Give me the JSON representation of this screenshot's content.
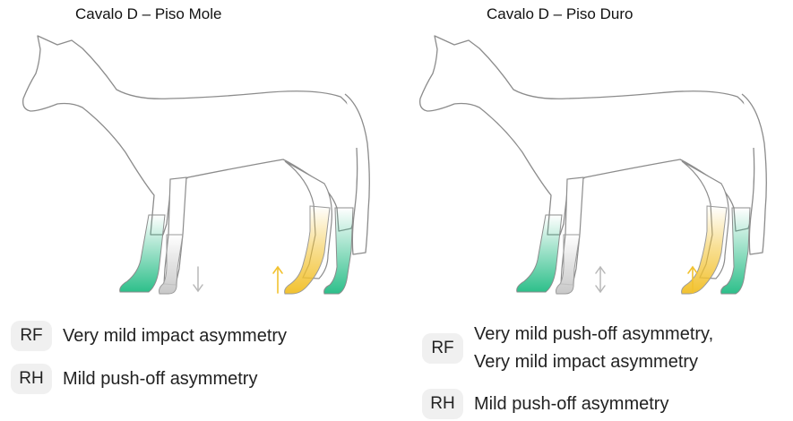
{
  "panels": [
    {
      "title": "Cavalo D – Piso Mole",
      "legend": [
        {
          "tag": "RF",
          "lines": [
            "Very mild impact asymmetry"
          ]
        },
        {
          "tag": "RH",
          "lines": [
            "Mild push-off asymmetry"
          ]
        }
      ]
    },
    {
      "title": "Cavalo D – Piso Duro",
      "legend": [
        {
          "tag": "RF",
          "lines": [
            "Very mild push-off asymmetry,",
            "Very mild impact asymmetry"
          ]
        },
        {
          "tag": "RH",
          "lines": [
            "Mild push-off asymmetry"
          ]
        }
      ]
    }
  ],
  "colors": {
    "green": "#2dbf8a",
    "yellow": "#f2c230",
    "grey_leg": "#c9c9c9",
    "arrow_grey": "#b8b8b8",
    "outline": "#8c8c8c"
  }
}
